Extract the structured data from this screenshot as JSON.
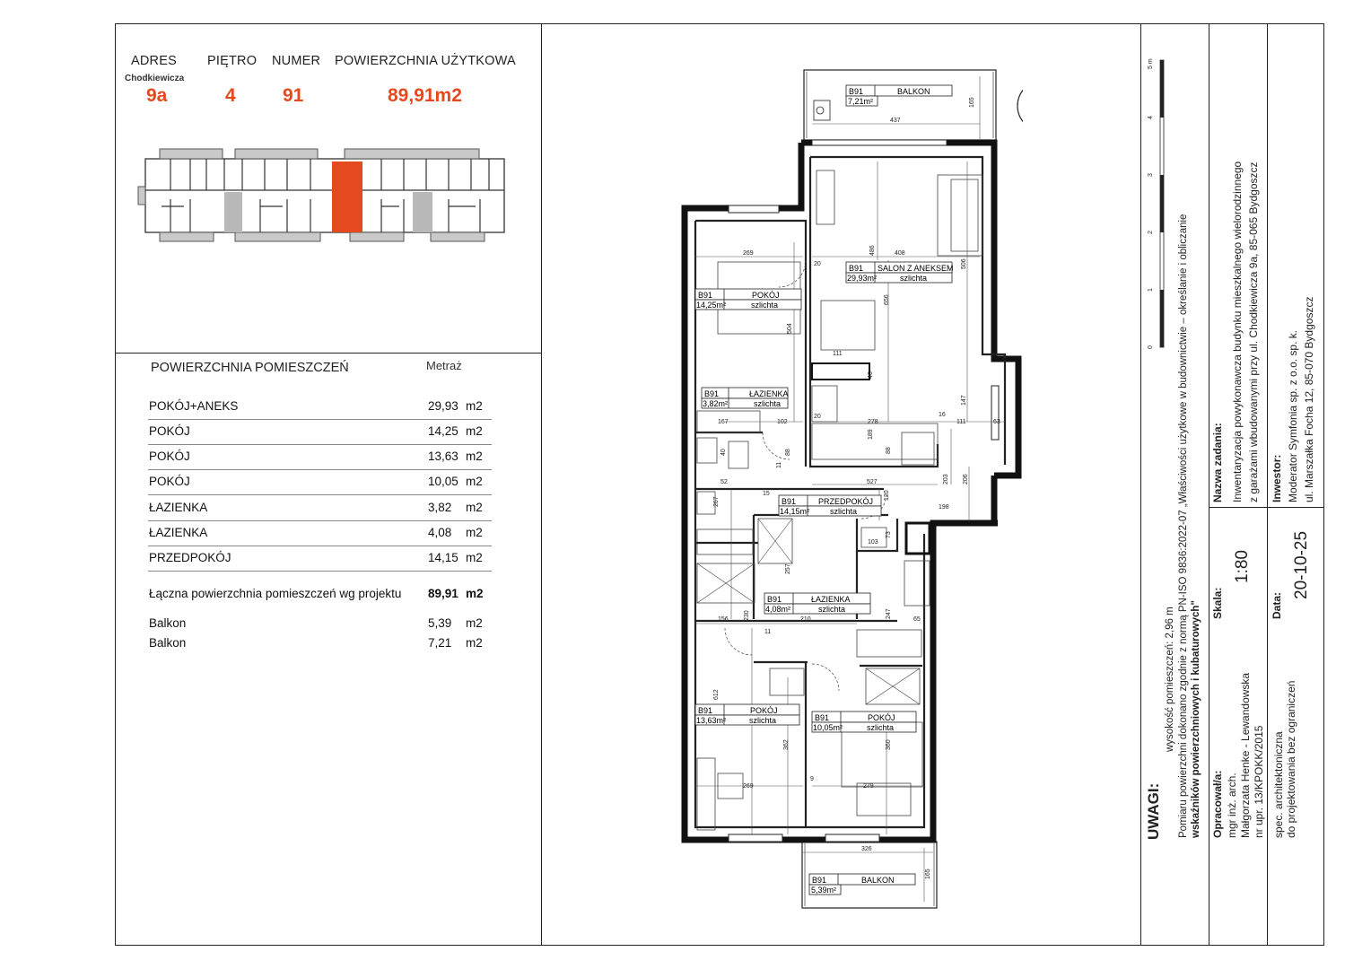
{
  "header": {
    "adres_label": "ADRES",
    "pietro_label": "PIĘTRO",
    "numer_label": "NUMER",
    "pow_label": "POWIERZCHNIA UŻYTKOWA",
    "street": "Chodkiewicza",
    "adres_value": "9a",
    "pietro_value": "4",
    "numer_value": "91",
    "pow_value": "89,91m2"
  },
  "colors": {
    "accent": "#e4491f",
    "gray_fill": "#b9b9b9",
    "dark_fill": "#555555"
  },
  "table": {
    "title": "POWIERZCHNIA POMIESZCZEŃ",
    "metraz_label": "Metraż",
    "rows": [
      {
        "name": "POKÓJ+ANEKS",
        "value": "29,93",
        "unit": "m2"
      },
      {
        "name": "POKÓJ",
        "value": "14,25",
        "unit": "m2"
      },
      {
        "name": "POKÓJ",
        "value": "13,63",
        "unit": "m2"
      },
      {
        "name": "POKÓJ",
        "value": "10,05",
        "unit": "m2"
      },
      {
        "name": "ŁAZIENKA",
        "value": "3,82",
        "unit": "m2"
      },
      {
        "name": "ŁAZIENKA",
        "value": "4,08",
        "unit": "m2"
      },
      {
        "name": "PRZEDPOKÓJ",
        "value": "14,15",
        "unit": "m2"
      }
    ],
    "total_label": "Łączna powierzchnia pomieszczeń wg projektu",
    "total_value": "89,91",
    "total_unit": "m2",
    "balconies": [
      {
        "name": "Balkon",
        "value": "5,39",
        "unit": "m2"
      },
      {
        "name": "Balkon",
        "value": "7,21",
        "unit": "m2"
      }
    ]
  },
  "plan": {
    "room_code": "B91",
    "rooms": [
      {
        "name": "BALKON",
        "area": "7,21m²",
        "finish": ""
      },
      {
        "name": "SALON Z ANEKSEM",
        "area": "29,93m²",
        "finish": "szlichta"
      },
      {
        "name": "POKÓJ",
        "area": "14,25m²",
        "finish": "szlichta"
      },
      {
        "name": "ŁAZIENKA",
        "area": "3,82m²",
        "finish": "szlichta"
      },
      {
        "name": "PRZEDPOKÓJ",
        "area": "14,15m²",
        "finish": "szlichta"
      },
      {
        "name": "ŁAZIENKA",
        "area": "4,08m²",
        "finish": "szlichta"
      },
      {
        "name": "POKÓJ",
        "area": "13,63m²",
        "finish": "szlichta"
      },
      {
        "name": "POKÓJ",
        "area": "10,05m²",
        "finish": "szlichta"
      },
      {
        "name": "BALKON",
        "area": "5,39m²",
        "finish": ""
      }
    ],
    "dims": [
      "437",
      "165",
      "486",
      "408",
      "506",
      "269",
      "20",
      "656",
      "504",
      "111",
      "46",
      "147",
      "16",
      "111",
      "63",
      "167",
      "102",
      "20",
      "278",
      "189",
      "40",
      "11",
      "88",
      "88",
      "203",
      "206",
      "52",
      "527",
      "15",
      "267",
      "120",
      "198",
      "103",
      "73",
      "257",
      "156",
      "230",
      "11",
      "210",
      "247",
      "65",
      "612",
      "362",
      "360",
      "269",
      "279",
      "9",
      "326",
      "165"
    ],
    "scale_ticks": [
      "0",
      "1",
      "2",
      "3",
      "4",
      "5 m"
    ]
  },
  "title_block": {
    "uwagi": "UWAGI:",
    "wysokosc": "wysokość pomieszczeń: 2,96 m",
    "pomiar_line1": "Pomiaru powierzchni dokonano zgodnie z normą PN-ISO 9836:2022-07 „Właściwości użytkowe w budownictwie – określanie i obliczanie",
    "pomiar_line2": "wskaźników powierzchniowych i kubaturowych\"",
    "opracowal_label": "Opracował/a:",
    "opracowal_lines": [
      "mgr inż. arch.",
      "Małgorzata Henke - Lewandowska",
      "nr upr. 13/KPOKK/2015",
      "spec. architektoniczna",
      "do projektowania bez ograniczeń"
    ],
    "skala_label": "Skala:",
    "skala_value": "1:80",
    "data_label": "Data:",
    "data_value": "20-10-25",
    "zadanie_label": "Nazwa zadania:",
    "zadanie_lines": [
      "Inwentaryzacja powykonawcza budynku mieszkalnego wielorodzinnego",
      "z garażami wbudowanymi przy ul. Chodkiewicza 9a, 85-065 Bydgoszcz"
    ],
    "inwestor_label": "Inwestor:",
    "inwestor_lines": [
      "Moderator Symfonia sp. z o.o. sp. k.",
      "ul. Marszałka Focha 12, 85-070 Bydgoszcz"
    ]
  }
}
